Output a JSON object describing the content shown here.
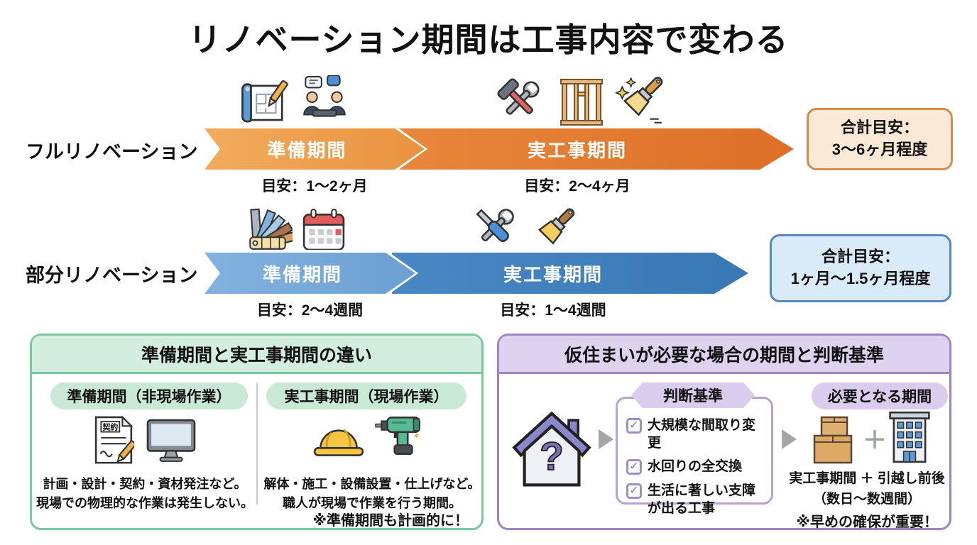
{
  "title": "リノベーション期間は工事内容で変わる",
  "glyphs": {
    "check": "✓",
    "plus": "＋",
    "question": "?"
  },
  "rows": [
    {
      "label": "フルリノベーション",
      "phase1": {
        "label": "準備期間",
        "duration": "目安：1〜2ヶ月",
        "icons": [
          "blueprint-icon",
          "meeting-icon"
        ]
      },
      "phase2": {
        "label": "実工事期間",
        "duration": "目安：2〜4ヶ月",
        "icons": [
          "hammer-wrench-icon",
          "timber-frame-icon",
          "paintbrush-sparkle-icon"
        ]
      },
      "total": {
        "line1": "合計目安：",
        "line2": "3〜6ヶ月程度"
      }
    },
    {
      "label": "部分リノベーション",
      "phase1": {
        "label": "準備期間",
        "duration": "目安：2〜4週間",
        "icons": [
          "color-swatches-icon",
          "calendar-icon"
        ]
      },
      "phase2": {
        "label": "実工事期間",
        "duration": "目安：1〜4週間",
        "icons": [
          "wrench-screwdriver-icon",
          "paintbrush-icon"
        ]
      },
      "total": {
        "line1": "合計目安：",
        "line2": "1ヶ月〜1.5ヶ月程度"
      }
    }
  ],
  "panels": {
    "comparison": {
      "title": "準備期間と実工事期間の違い",
      "left": {
        "header": "準備期間（非現場作業）",
        "doc_label": "契約",
        "line1": "計画・設計・契約・資材発注など。",
        "line2": "現場での物理的な作業は発生しない。",
        "icons": [
          "contract-icon",
          "monitor-icon"
        ]
      },
      "right": {
        "header": "実工事期間（現場作業）",
        "line1": "解体・施工・設備設置・仕上げなど。",
        "line2": "職人が現場で作業を行う期間。",
        "icons": [
          "helmet-icon",
          "drill-icon"
        ]
      },
      "note": "※準備期間も計画的に！"
    },
    "temporary_housing": {
      "title": "仮住まいが必要な場合の期間と判断基準",
      "criteria_label": "判断基準",
      "criteria": [
        "大規模な間取り変更",
        "水回りの全交換",
        "生活に著しい支障\nが出る工事"
      ],
      "period_label": "必要となる期間",
      "period_line1": "実工事期間 ＋ 引越し前後",
      "period_line2": "（数日〜数週間）",
      "note": "※早めの確保が重要！",
      "icons": [
        "house-question-icon",
        "moving-boxes-icon",
        "building-icon"
      ]
    }
  },
  "colors": {
    "full_prep_arrow": "#F0A351",
    "full_work_arrow": "#E1762E",
    "full_total_bg": "#FBE9D7",
    "full_total_border": "#D8894B",
    "partial_prep_arrow": "#76ABDB",
    "partial_work_arrow": "#3D81BE",
    "partial_total_bg": "#D9EAF8",
    "partial_total_border": "#5588BE",
    "comparison_accent": "#7CC6A2",
    "comparison_header_bg": "#D3EDDF",
    "temporary_accent": "#9C85C1",
    "temporary_header_bg": "#DDD3EE",
    "label_bg": "#D9CCEC",
    "check_color": "#8D76B8"
  }
}
